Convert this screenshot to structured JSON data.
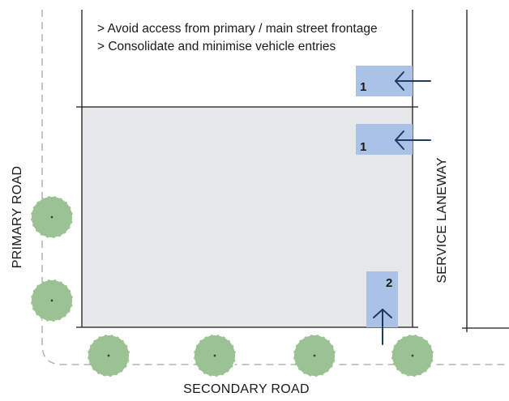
{
  "notes": [
    "> Avoid access from primary / main street frontage",
    "> Consolidate and minimise vehicle entries"
  ],
  "roads": {
    "primary": "PRIMARY ROAD",
    "secondary": "SECONDARY ROAD",
    "service": "SERVICE LANEWAY"
  },
  "entries": [
    {
      "number": "1"
    },
    {
      "number": "1"
    },
    {
      "number": "2"
    }
  ],
  "colors": {
    "site_fill": "#e6e7e8",
    "entry_fill": "#a9c2e6",
    "arrow": "#1f3a5c",
    "tree_fill": "#9bc293",
    "line": "#1a1a1a",
    "dashed": "#b3b3b3"
  },
  "icons": {
    "tree": "tree-canopy-icon",
    "arrow": "arrow-icon"
  }
}
